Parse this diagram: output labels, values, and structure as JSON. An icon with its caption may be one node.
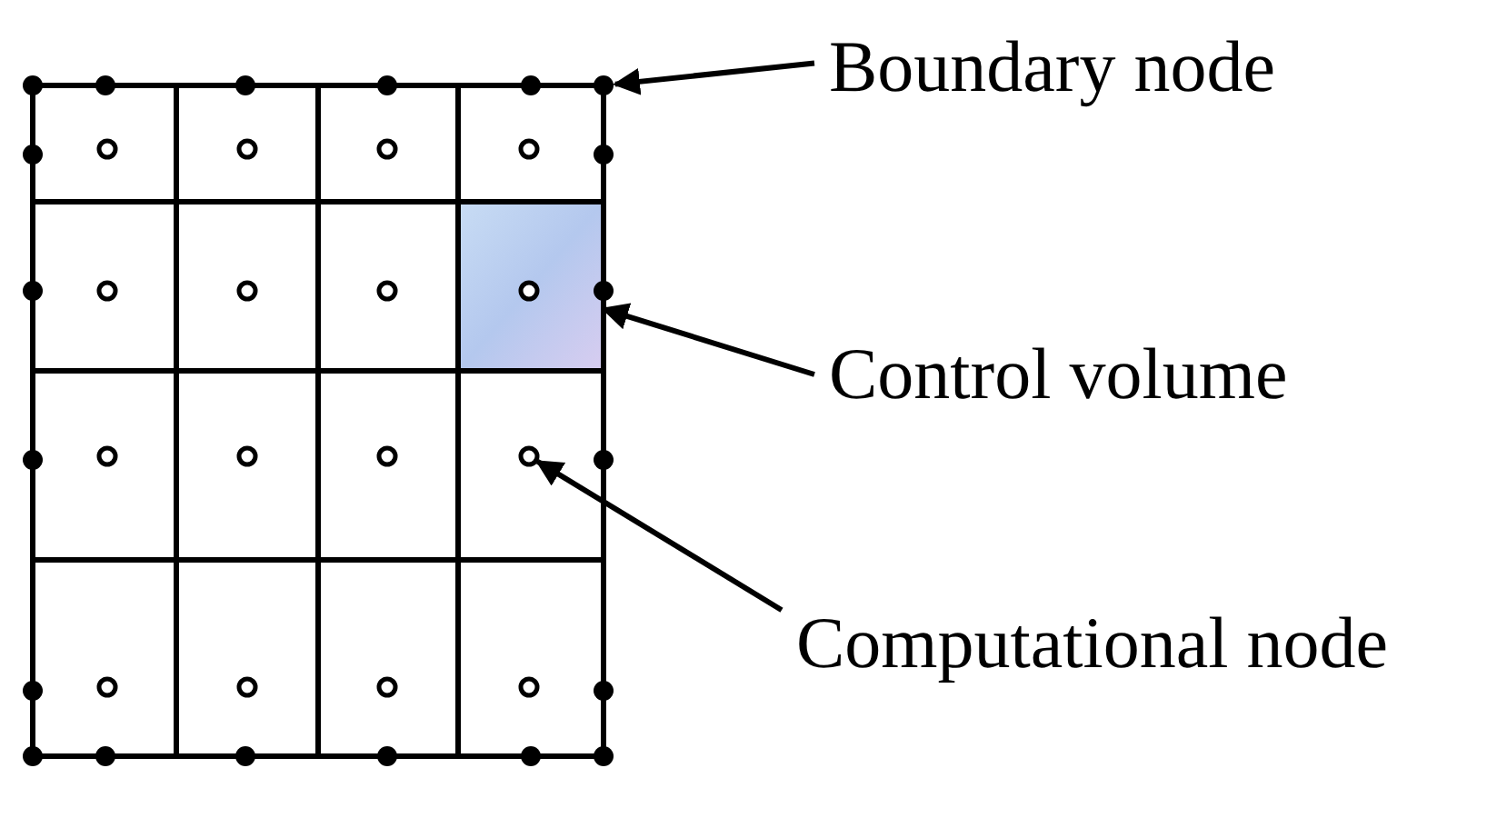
{
  "diagram": {
    "nodes": [
      {
        "text": [
          "Boundary node"
        ]
      },
      {
        "text": [],
        "shape": "circle"
      },
      {
        "text": [
          "Control volume"
        ]
      },
      {
        "text": [],
        "shape": "box"
      },
      {
        "text": [
          "Computational node"
        ]
      },
      {
        "text": [],
        "shape": "circle"
      }
    ],
    "edges": [
      {
        "from": 0,
        "to": 1,
        "arrow": "to"
      },
      {
        "from": 2,
        "to": 3,
        "arrow": "to"
      },
      {
        "from": 4,
        "to": 5,
        "arrow": "to"
      }
    ]
  }
}
